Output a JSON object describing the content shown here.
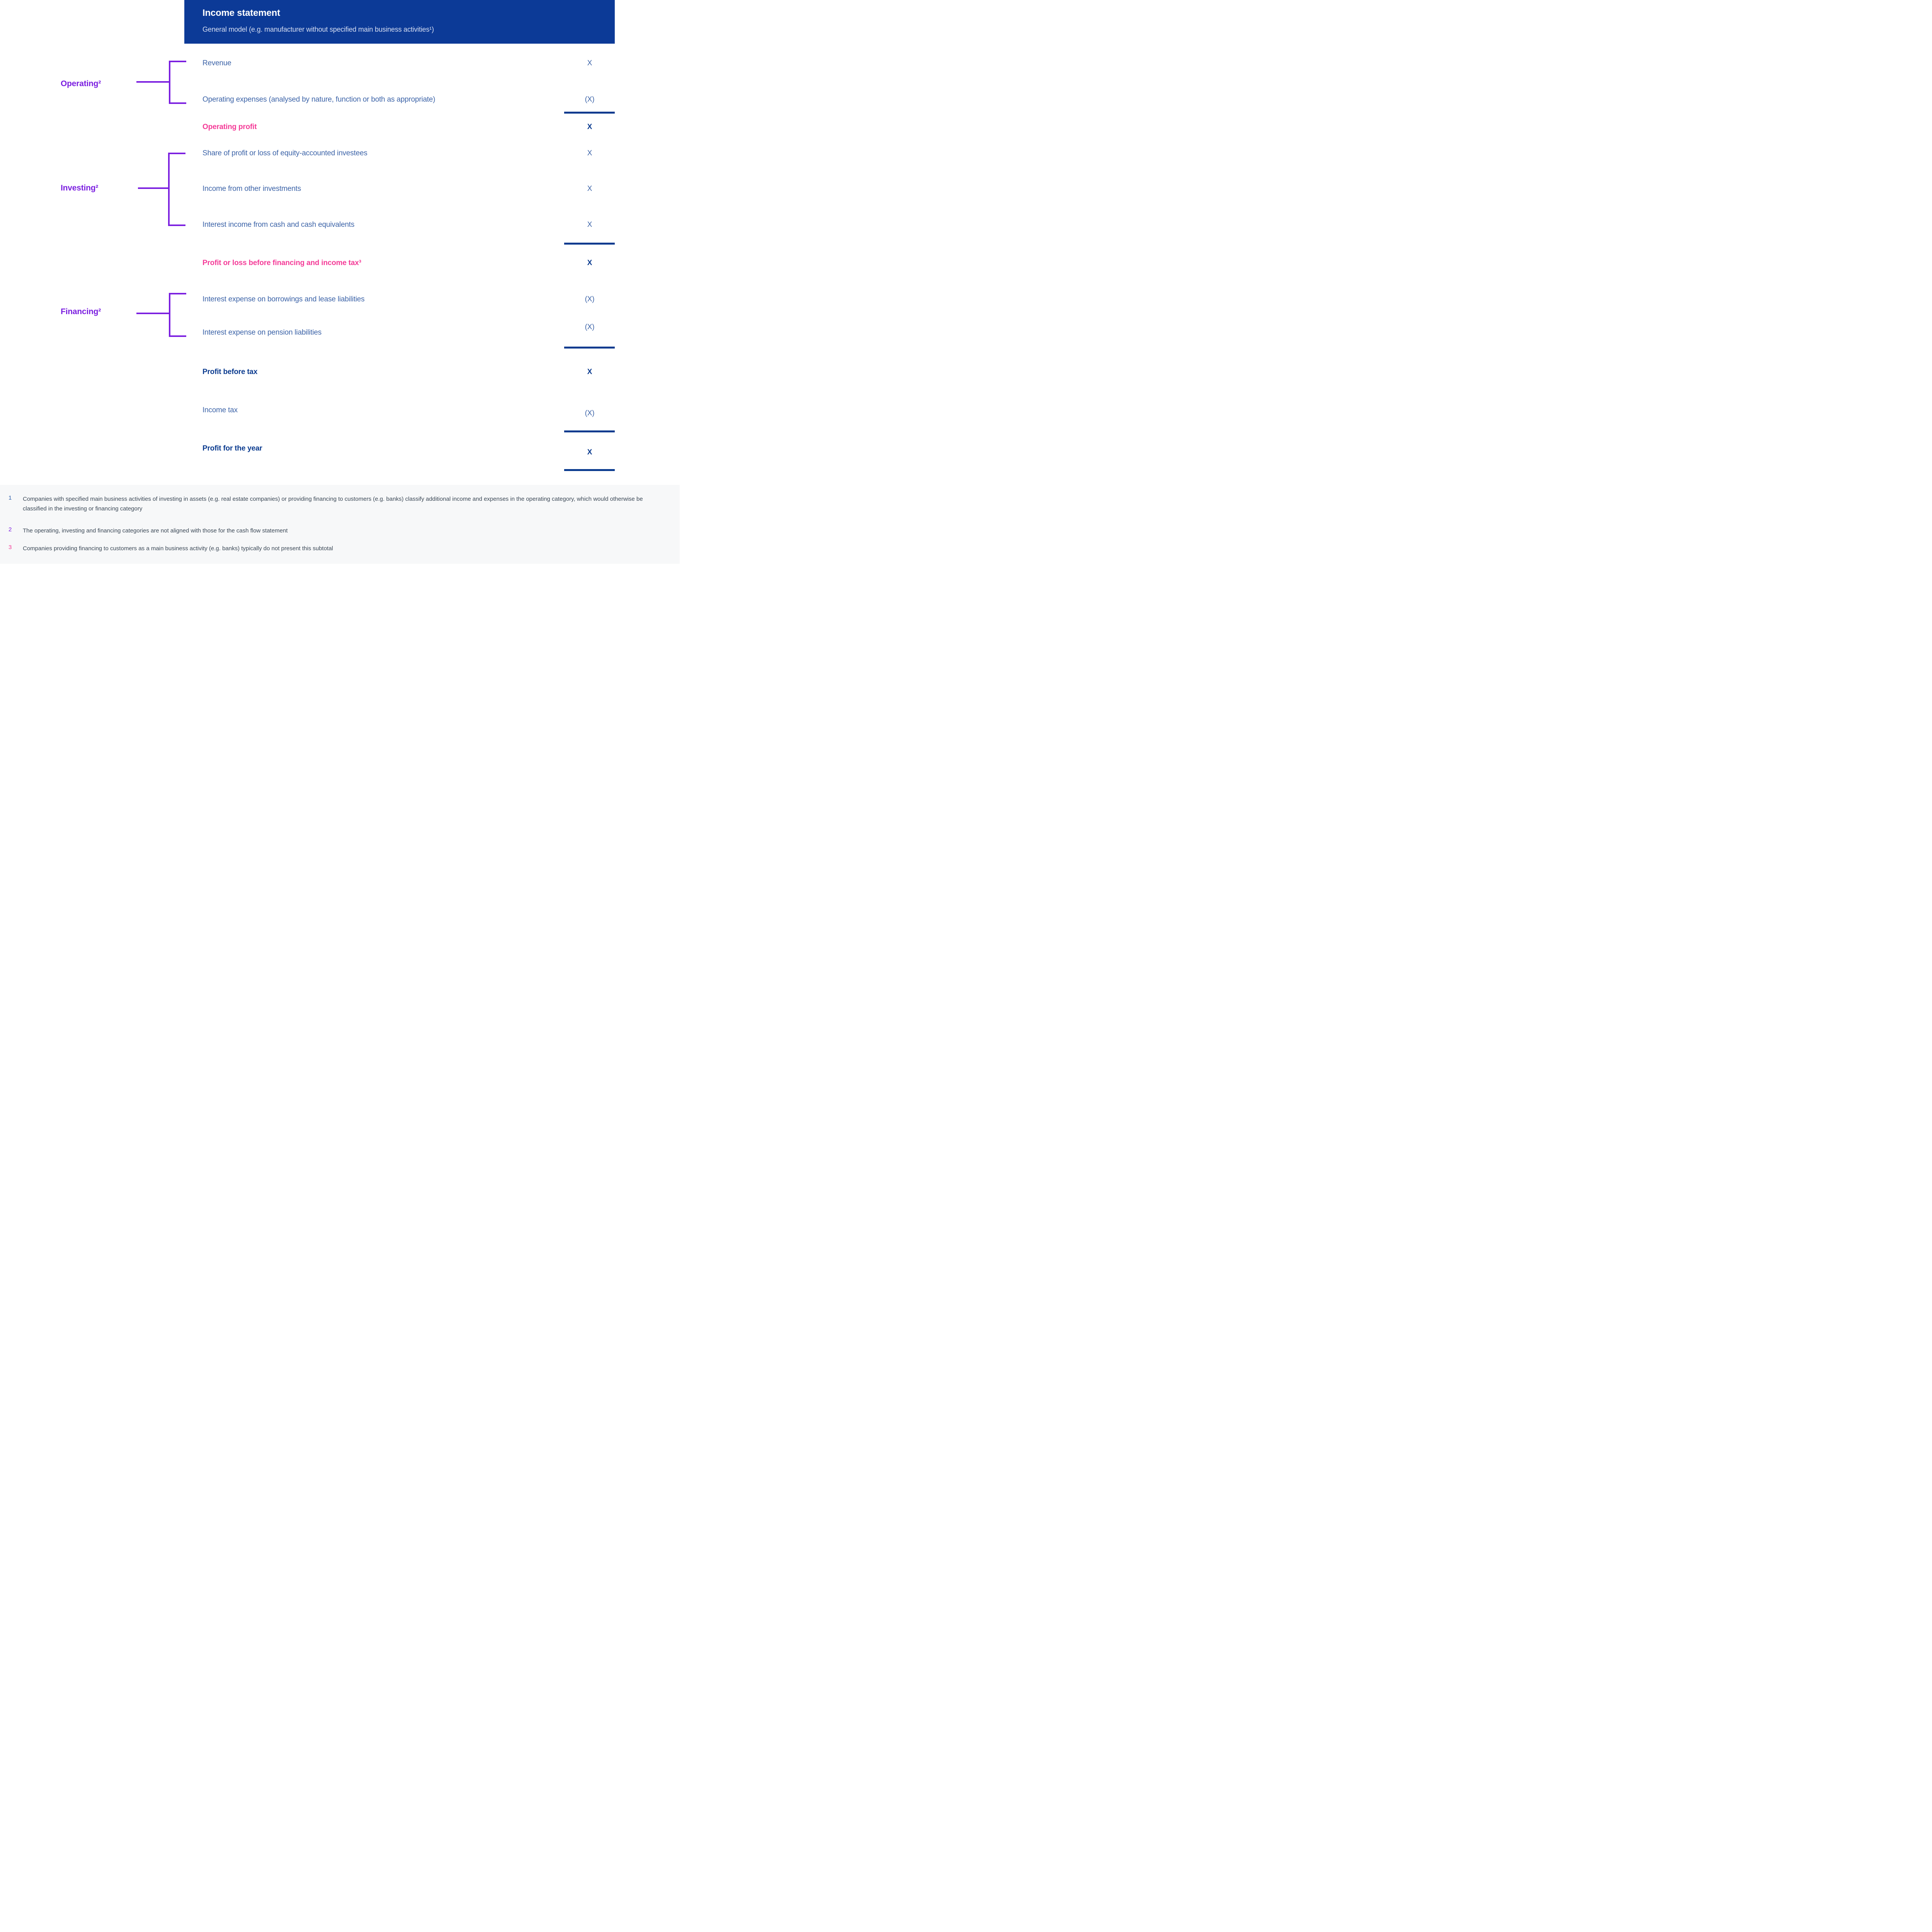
{
  "header": {
    "title": "Income statement",
    "subtitle": "General model (e.g. manufacturer without specified main business activities¹)"
  },
  "categories": [
    {
      "label": "Operating²"
    },
    {
      "label": "Investing²"
    },
    {
      "label": "Financing²"
    }
  ],
  "rows": [
    {
      "label": "Revenue",
      "value": "X",
      "style": "regular"
    },
    {
      "label": "Operating expenses (analysed by nature, function or both as appropriate)",
      "value": "(X)",
      "style": "regular"
    },
    {
      "label": "Operating profit",
      "value": "X",
      "style": "pink-bold"
    },
    {
      "label": "Share of profit or loss of equity-accounted investees",
      "value": "X",
      "style": "regular"
    },
    {
      "label": "Income from other investments",
      "value": "X",
      "style": "regular"
    },
    {
      "label": "Interest income from cash and cash equivalents",
      "value": "X",
      "style": "regular"
    },
    {
      "label": "Profit or loss before financing and income tax³",
      "value": "X",
      "style": "pink-bold"
    },
    {
      "label": "Interest expense on borrowings and lease liabilities",
      "value": "(X)",
      "style": "regular"
    },
    {
      "label": "Interest expense on pension liabilities",
      "value": "(X)",
      "style": "regular"
    },
    {
      "label": "Profit before tax",
      "value": "X",
      "style": "navy-bold"
    },
    {
      "label": "Income tax",
      "value": "(X)",
      "style": "regular"
    },
    {
      "label": "Profit for the year",
      "value": "X",
      "style": "navy-bold"
    }
  ],
  "footnotes": [
    {
      "num": "1",
      "text": "Companies with specified main business activities of investing in assets (e.g. real estate companies) or providing financing to customers (e.g. banks) classify additional income and expenses in the operating category, which would otherwise be classified in the investing or financing category"
    },
    {
      "num": "2",
      "text": "The operating, investing and financing categories are not aligned with those for the cash flow statement"
    },
    {
      "num": "3",
      "text": "Companies providing financing to customers as a main business activity (e.g. banks) typically do not present this subtotal"
    }
  ],
  "colors": {
    "header_bg": "#0C3A97",
    "row_text_blue": "#3D64A8",
    "total_navy": "#0B3B8F",
    "accent_pink": "#F43C98",
    "accent_purple": "#7B1FE0",
    "footnote_bg": "#F7F8F9",
    "footnote_text": "#3B4856"
  }
}
